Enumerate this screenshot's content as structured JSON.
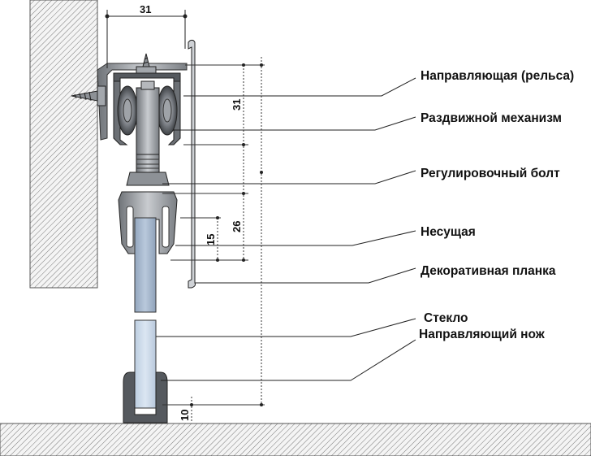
{
  "labels": {
    "rail": "Направляющая (рельса)",
    "sliding_mechanism": "Раздвижной механизм",
    "adjusting_bolt": "Регулировочный болт",
    "carrier": "Несущая",
    "decorative_strip": "Декоративная планка",
    "glass": "Стекло",
    "guide_knife": "Направляющий нож"
  },
  "dimensions": {
    "top_width": "31",
    "rail_height": "31",
    "carrier_height": "26",
    "bolt_offset": "15",
    "floor_gap": "10"
  }
}
